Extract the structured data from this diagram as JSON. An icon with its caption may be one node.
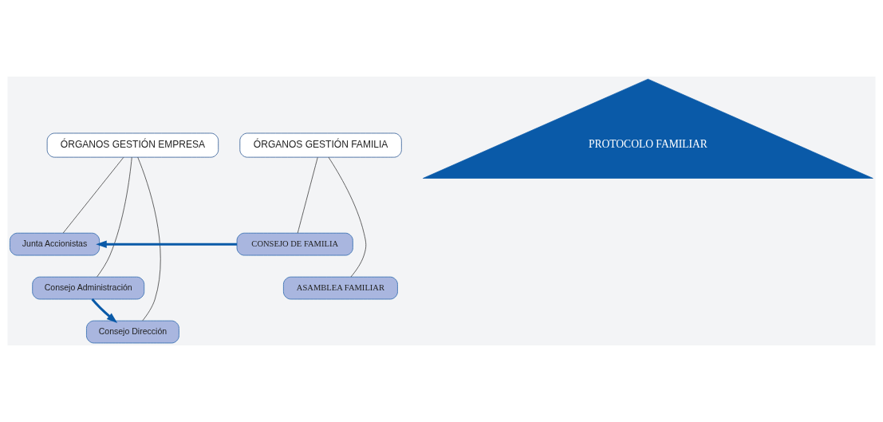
{
  "diagram": {
    "nodes": [
      {
        "text": [
          "ÓRGANOS GESTIÓN EMPRESA"
        ]
      },
      {
        "text": [
          "ÓRGANOS GESTIÓN FAMILIA"
        ]
      },
      {
        "text": [
          "Junta Accionistas"
        ]
      },
      {
        "text": [
          "CONSEJO DE FAMILIA"
        ]
      },
      {
        "text": [
          "Consejo Administración"
        ]
      },
      {
        "text": [
          "ASAMBLEA FAMILIAR"
        ]
      },
      {
        "text": [
          "Consejo Dirección"
        ]
      },
      {
        "text": [
          "PROTOCOLO FAMILIAR"
        ]
      }
    ],
    "edges": [
      {
        "from": 0,
        "to": 2,
        "arrow": "none"
      },
      {
        "from": 0,
        "to": 4,
        "arrow": "none"
      },
      {
        "from": 0,
        "to": 6,
        "arrow": "none"
      },
      {
        "from": 1,
        "to": 3,
        "arrow": "none"
      },
      {
        "from": 1,
        "to": 5,
        "arrow": "none"
      },
      {
        "from": 3,
        "to": 2,
        "arrow": "to",
        "style": "thick",
        "color": "#0a5aa8"
      },
      {
        "from": 4,
        "to": 6,
        "arrow": "to",
        "style": "thick",
        "color": "#0a5aa8"
      }
    ]
  }
}
